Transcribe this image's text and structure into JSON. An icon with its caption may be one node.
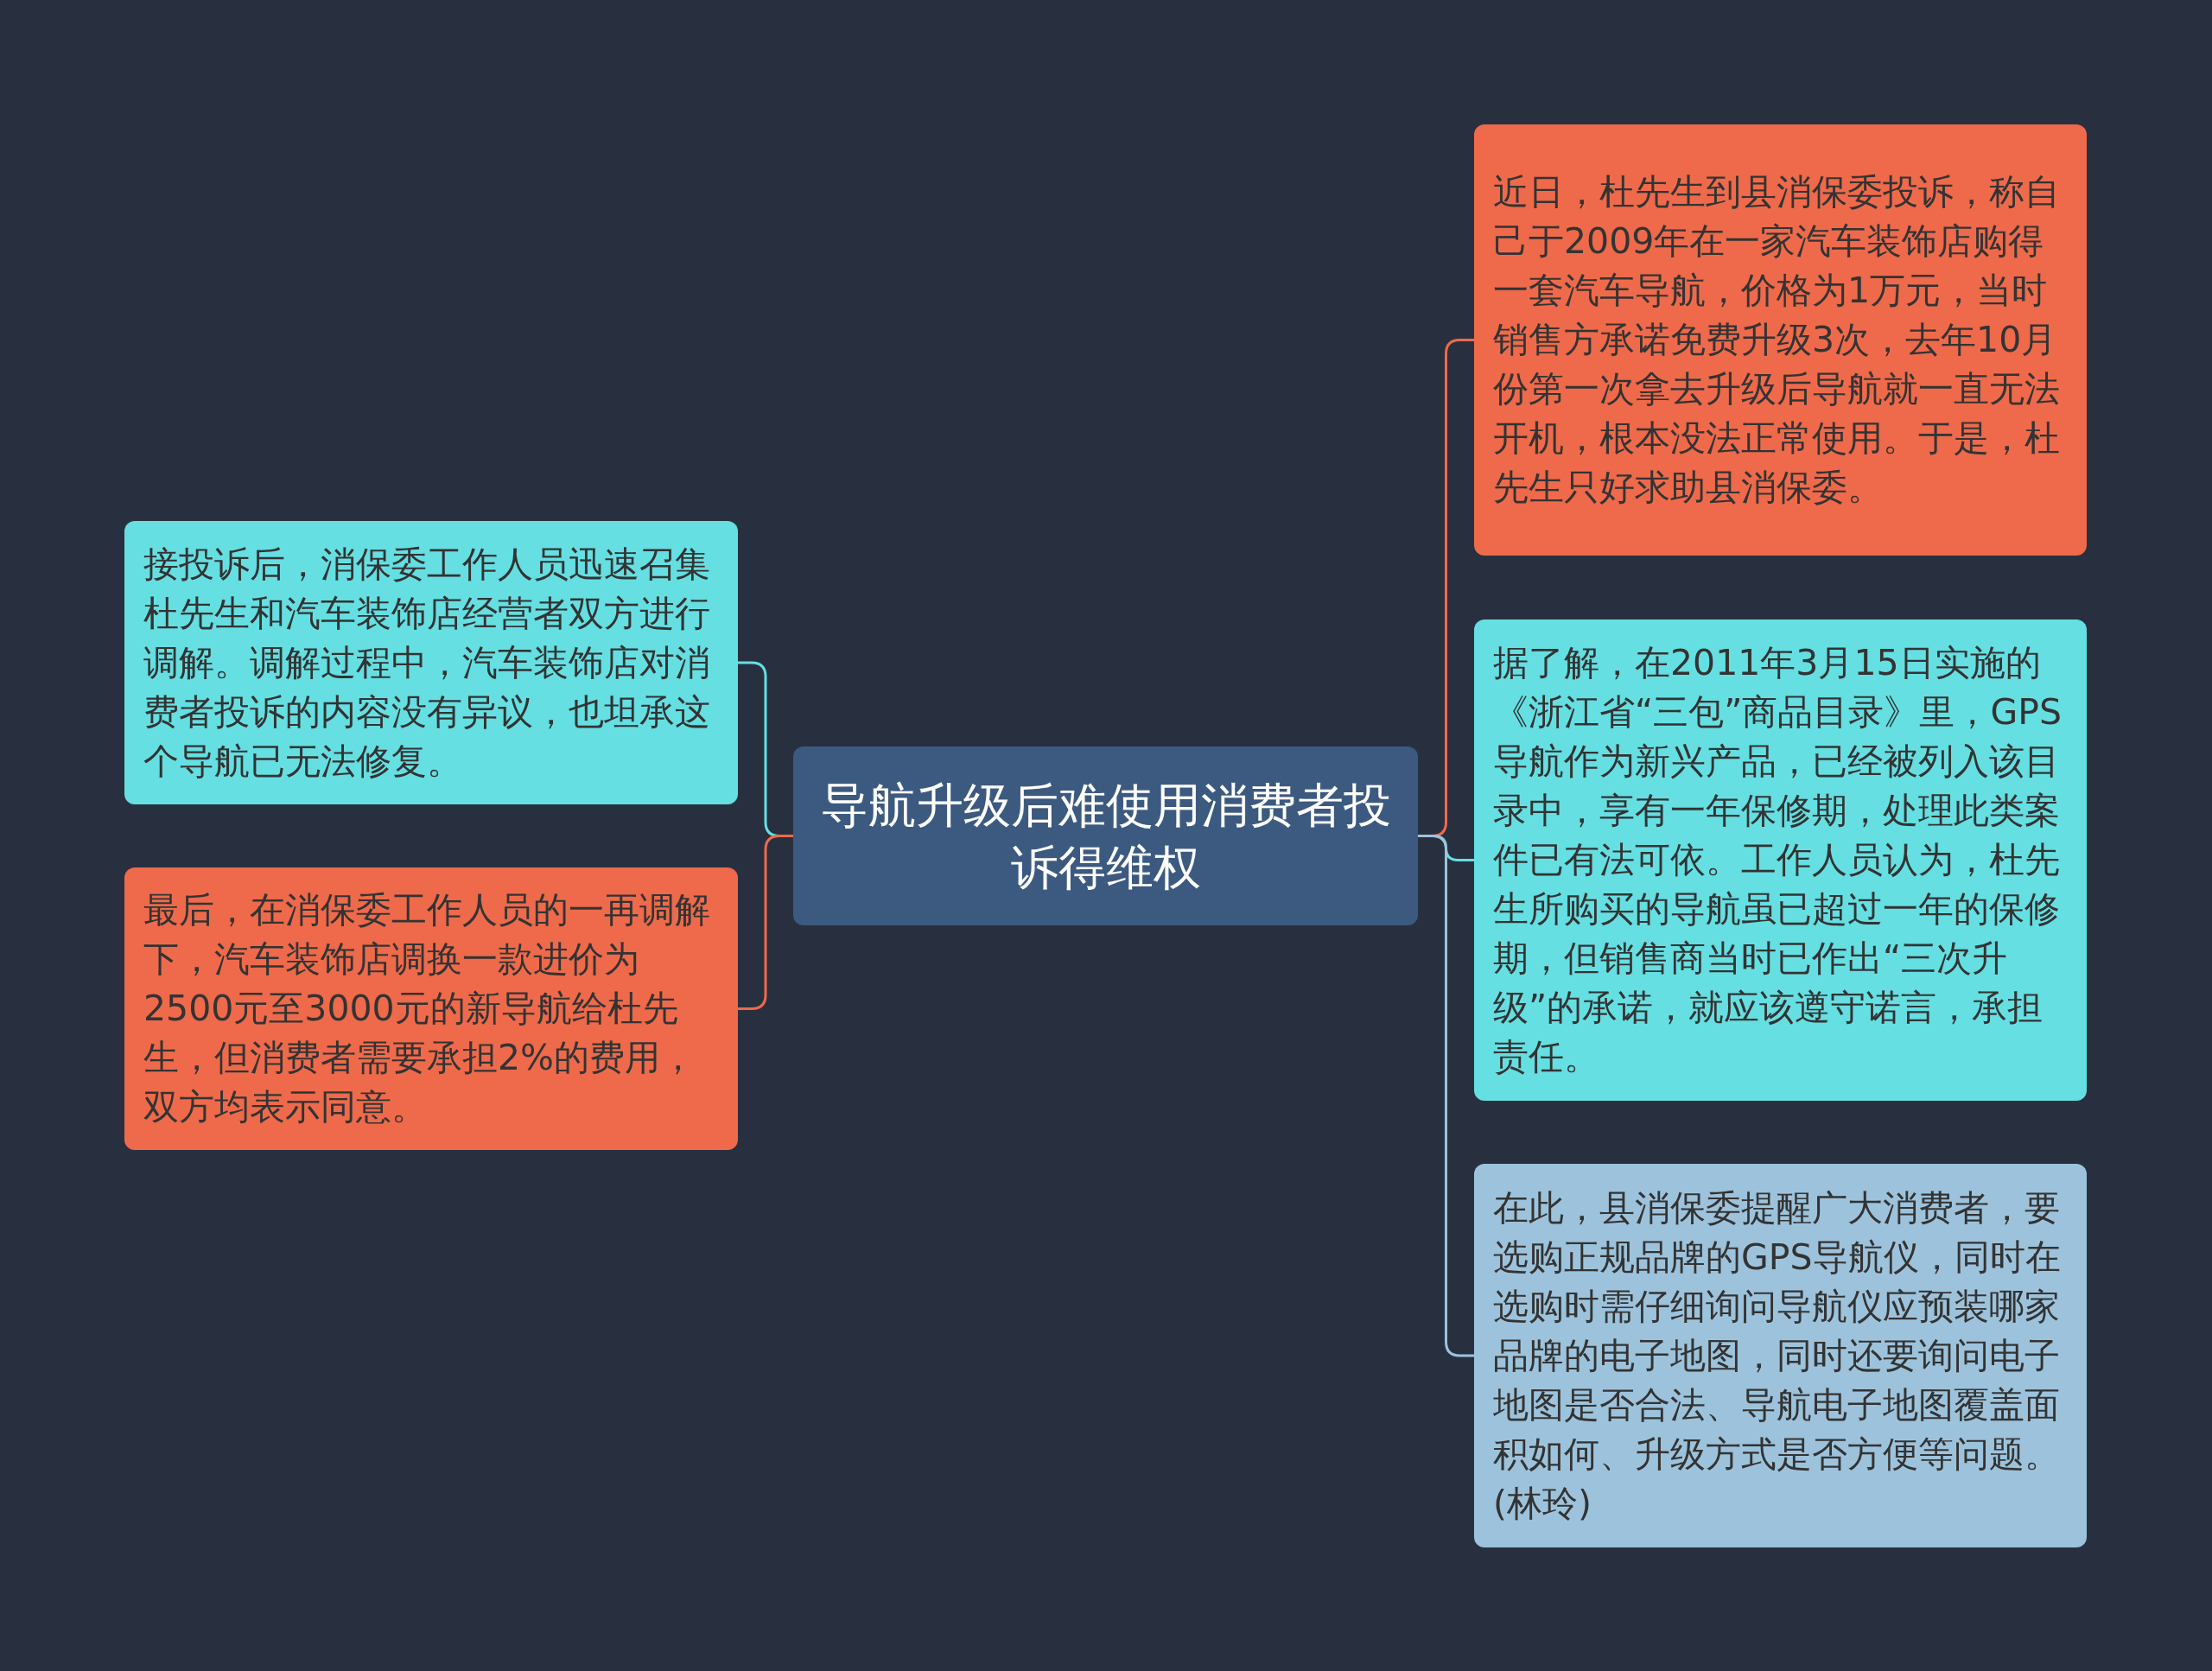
{
  "diagram": {
    "nodes": [
      {
        "text": [
          "导航升级后难使用消费者投诉得维权"
        ]
      },
      {
        "text": [
          "接投诉后，消保委工作人员迅速召集杜先生和汽车装饰店经营者双方进行调解。调解过程中，汽车装饰店对消费者投诉的内容没有异议，也坦承这个导航已无法修复。"
        ]
      },
      {
        "text": [
          "最后，在消保委工作人员的一再调解下，汽车装饰店调换一款进价为2500元至3000元的新导航给杜先生，但消费者需要承担2%的费用，双方均表示同意。"
        ]
      },
      {
        "text": [
          "近日，杜先生到县消保委投诉，称自己于2009年在一家汽车装饰店购得一套汽车导航，价格为1万元，当时销售方承诺免费升级3次，去年10月份第一次拿去升级后导航就一直无法开机，根本没法正常使用。于是，杜先生只好求助县消保委。"
        ]
      },
      {
        "text": [
          "据了解，在2011年3月15日实施的《浙江省“三包”商品目录》里，GPS导航作为新兴产品，已经被列入该目录中，享有一年保修期，处理此类案件已有法可依。工作人员认为，杜先生所购买的导航虽已超过一年的保修期，但销售商当时已作出“三次升级”的承诺，就应该遵守诺言，承担责任。"
        ]
      },
      {
        "text": [
          "在此，县消保委提醒广大消费者，要选购正规品牌的GPS导航仪，同时在选购时需仔细询问导航仪应预装哪家品牌的电子地图，同时还要询问电子地图是否合法、导航电子地图覆盖面积如何、升级方式是否方便等问题。(林玲)"
        ]
      }
    ],
    "edges": [
      {
        "from": 0,
        "to": 1,
        "arrow": "none",
        "color": "#65dfe2"
      },
      {
        "from": 0,
        "to": 2,
        "arrow": "none",
        "color": "#ee6a4b"
      },
      {
        "from": 0,
        "to": 3,
        "arrow": "none",
        "color": "#ee6a4b"
      },
      {
        "from": 0,
        "to": 4,
        "arrow": "none",
        "color": "#65dfe2"
      },
      {
        "from": 0,
        "to": 5,
        "arrow": "none",
        "color": "#9dc3dc"
      }
    ]
  }
}
